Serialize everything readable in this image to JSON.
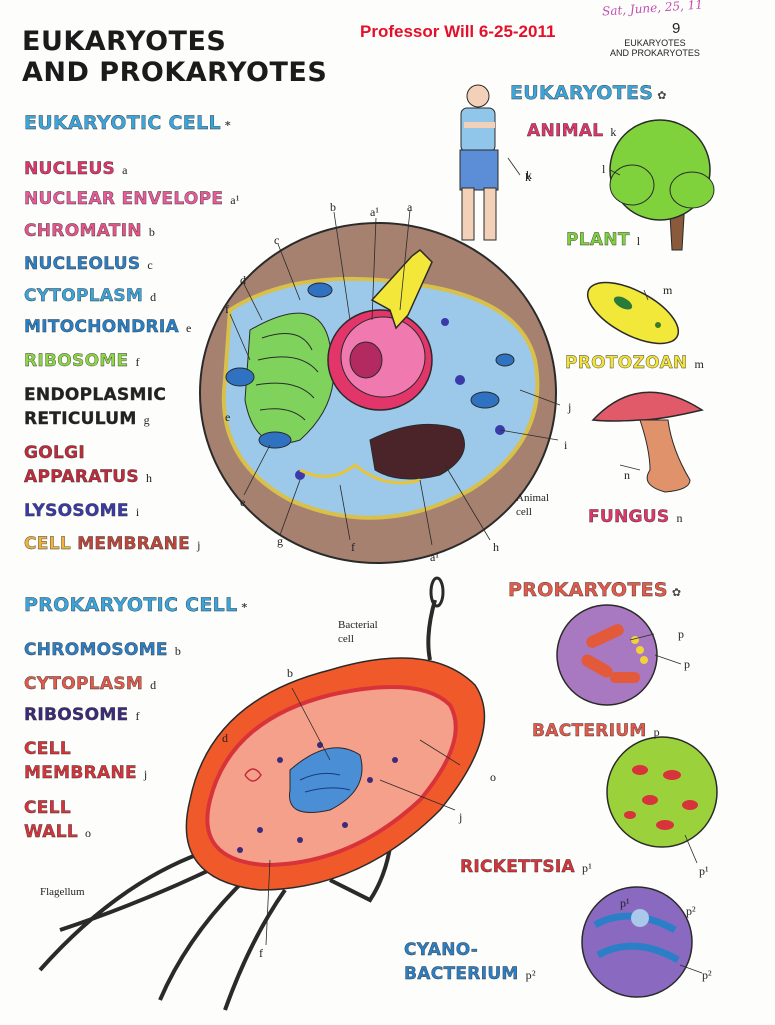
{
  "header": {
    "title_line1": "EUKARYOTES",
    "title_line2": "AND PROKARYOTES",
    "professor": "Professor Will 6-25-2011",
    "handwritten_date": "Sat, June, 25, 11",
    "page_number": "9",
    "corner_line1": "EUKARYOTES",
    "corner_line2": "AND PROKARYOTES"
  },
  "eukaryotic_cell": {
    "heading": "EUKARYOTIC CELL",
    "star": "*",
    "parts": [
      {
        "label": "NUCLEUS",
        "letter": "a",
        "color": "#e0356b"
      },
      {
        "label": "NUCLEAR ENVELOPE",
        "letter": "a¹",
        "color": "#e85a9a"
      },
      {
        "label": "CHROMATIN",
        "letter": "b",
        "color": "#e6548b"
      },
      {
        "label": "NUCLEOLUS",
        "letter": "c",
        "color": "#2b7fc6"
      },
      {
        "label": "CYTOPLASM",
        "letter": "d",
        "color": "#3aa5dd"
      },
      {
        "label": "MITOCHONDRIA",
        "letter": "e",
        "color": "#2680c9"
      },
      {
        "label": "RIBOSOME",
        "letter": "f",
        "color": "#8ed646"
      },
      {
        "label": "ENDOPLASMIC",
        "letter": "",
        "color": "#222222"
      },
      {
        "label": "RETICULUM",
        "letter": "g",
        "color": "#222222"
      },
      {
        "label": "GOLGI",
        "letter": "",
        "color": "#c22a3c"
      },
      {
        "label": "APPARATUS",
        "letter": "h",
        "color": "#c22a3c"
      },
      {
        "label": "LYSOSOME",
        "letter": "i",
        "color": "#3a3aa8"
      },
      {
        "label": "CELL",
        "letter": "",
        "color": "#f0b43c"
      },
      {
        "label": "MEMBRANE",
        "letter": "j",
        "color": "#c0463c"
      }
    ]
  },
  "prokaryotic_cell": {
    "heading": "PROKARYOTIC CELL",
    "star": "*",
    "parts": [
      {
        "label": "CHROMOSOME",
        "letter": "b",
        "color": "#2b7fc6"
      },
      {
        "label": "CYTOPLASM",
        "letter": "d",
        "color": "#e35a4a"
      },
      {
        "label": "RIBOSOME",
        "letter": "f",
        "color": "#3d2a7a"
      },
      {
        "label": "CELL",
        "letter": "",
        "color": "#d8333a"
      },
      {
        "label": "MEMBRANE",
        "letter": "j",
        "color": "#d8333a"
      },
      {
        "label": "CELL",
        "letter": "",
        "color": "#d8333a"
      },
      {
        "label": "WALL",
        "letter": "o",
        "color": "#d8333a"
      }
    ]
  },
  "eukaryotes": {
    "heading": "EUKARYOTES",
    "star": "✿",
    "items": [
      {
        "label": "ANIMAL",
        "letter": "k",
        "color": "#e0356b"
      },
      {
        "label": "PLANT",
        "letter": "l",
        "color": "#7ed23c"
      },
      {
        "label": "PROTOZOAN",
        "letter": "m",
        "color": "#f2e23a"
      },
      {
        "label": "FUNGUS",
        "letter": "n",
        "color": "#e0356b"
      }
    ]
  },
  "prokaryotes": {
    "heading": "PROKARYOTES",
    "star": "✿",
    "items": [
      {
        "label": "BACTERIUM",
        "letter": "p",
        "color": "#e35a4a"
      },
      {
        "label": "RICKETTSIA",
        "letter": "p¹",
        "color": "#d8333a"
      },
      {
        "label": "CYANO-",
        "letter": "",
        "color": "#2b7fc6"
      },
      {
        "label": "BACTERIUM",
        "letter": "p²",
        "color": "#2b7fc6"
      }
    ]
  },
  "diagram_notes": {
    "animal_cell": "Animal cell",
    "bacterial_cell": "Bacterial cell",
    "flagellum": "Flagellum"
  },
  "pointer_letters": {
    "animal": [
      "b",
      "a¹",
      "a",
      "c",
      "d",
      "f",
      "k",
      "e",
      "j",
      "i",
      "e",
      "g",
      "f",
      "a¹",
      "h"
    ],
    "bacteria": [
      "b",
      "d",
      "o",
      "j",
      "f"
    ],
    "organisms": [
      "k",
      "l",
      "m",
      "n",
      "p",
      "p",
      "p¹",
      "p²",
      "p¹",
      "p²"
    ]
  }
}
